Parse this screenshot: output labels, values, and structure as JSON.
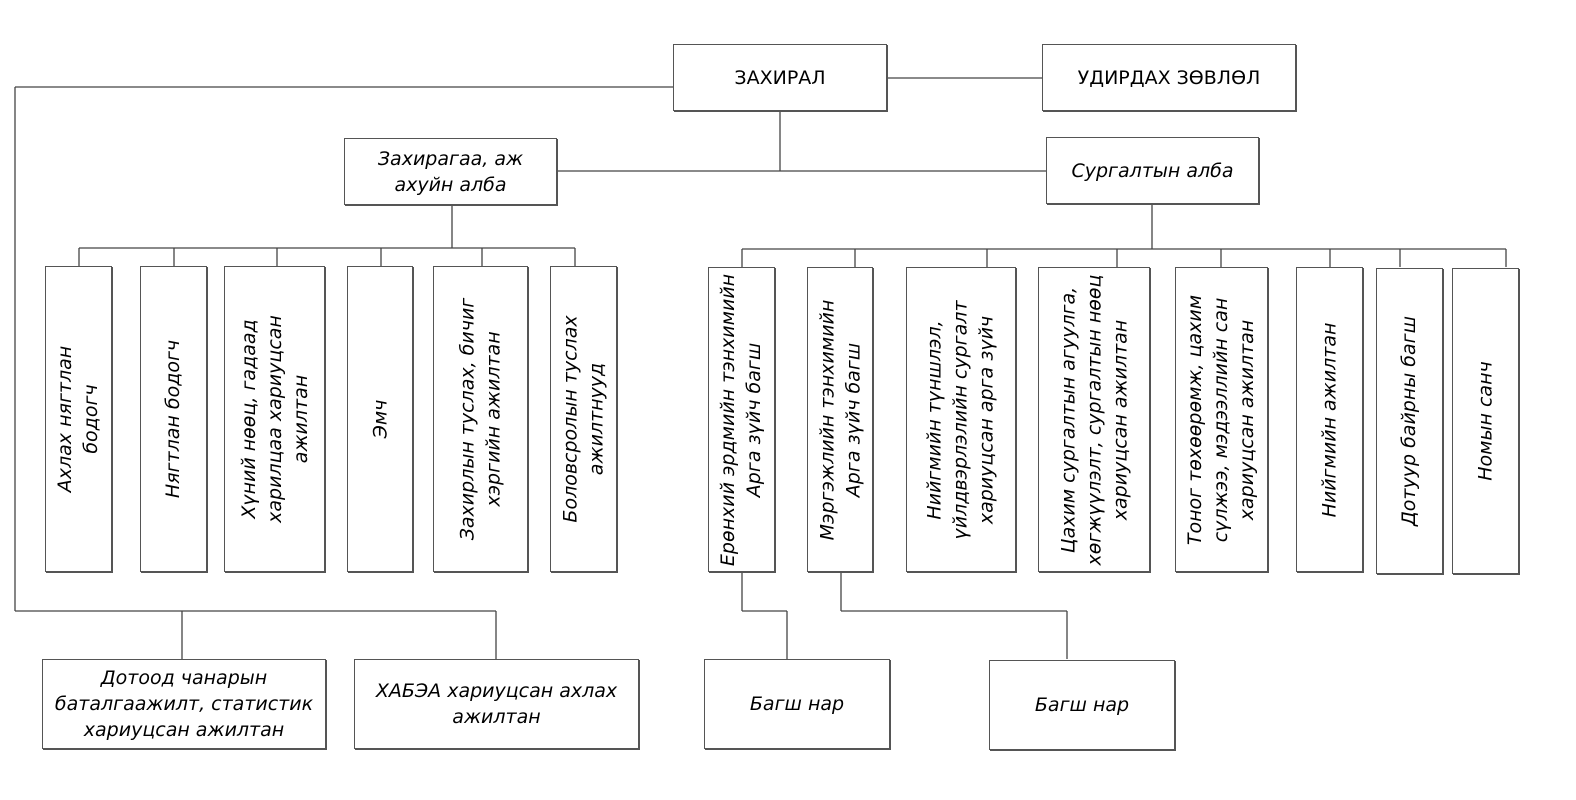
{
  "top": {
    "director": "ЗАХИРАЛ",
    "board": "УДИРДАХ ЗӨВЛӨЛ"
  },
  "departments": {
    "admin": "Захирагаа, аж\nахуйн алба",
    "training": "Сургалтын алба"
  },
  "admin_staff": [
    "Ахлах нягтлан\nбодогч",
    "Нягтлан бодогч",
    "Хүний нөөц, гадаад\nхарилцаа хариуцсан\nажилтан",
    "Эмч",
    "Захирлын туслах, бичиг\nхэргийн ажилтан",
    "Боловсролын туслах\nажилтнууд"
  ],
  "training_staff": [
    "Ерөнхий эрдмийн тэнхимийн\nАрга зүйч багш",
    "Мэргэжлийн тэнхимийн\nАрга зүйч багш",
    "Нийгмийн түншлэл,\nүйлдвэрлэлийн сургалт\nхариуцсан арга зүйч",
    "Цахим сургалтын агуулга,\nхөгжүүлэлт, сургалтын нөөц\nхариуцсан ажилтан",
    "Тоног төхөөрөмж, цахим\nсүлжээ, мэдээллийн сан\nхариуцсан ажилтан",
    "Нийгмийн ажилтан",
    "Дотуур байрны багш",
    "Номын санч"
  ],
  "bottom": {
    "quality": "Дотоод чанарын\nбаталгаажилт, статистик\nхариуцсан ажилтан",
    "safety": "ХАБЭА хариуцсан ахлах\nажилтан",
    "teachers_general": "Багш нар",
    "teachers_professional": "Багш нар"
  }
}
